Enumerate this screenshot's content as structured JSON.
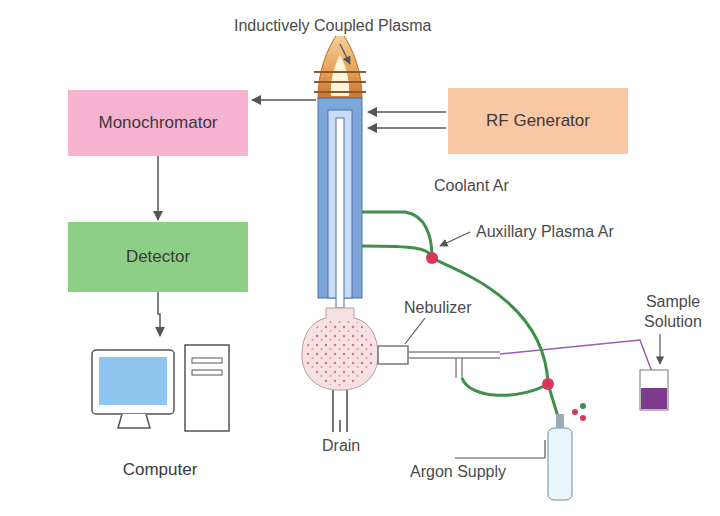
{
  "diagram": {
    "nodes": [
      {
        "text": [
          "Monochromator"
        ]
      },
      {
        "text": [
          "RF Generator"
        ]
      },
      {
        "text": [
          "Detector"
        ]
      },
      {
        "text": [
          "Computer"
        ]
      }
    ],
    "edges": [
      {
        "from": 0,
        "to": 2,
        "arrow": "to"
      },
      {
        "from": 2,
        "to": 3,
        "arrow": "to"
      }
    ],
    "labels": [
      "Inductively Coupled Plasma",
      "Coolant Ar",
      "Auxillary Plasma Ar",
      "Nebulizer",
      "Sample Solution",
      "Drain",
      "Argon Supply"
    ]
  }
}
